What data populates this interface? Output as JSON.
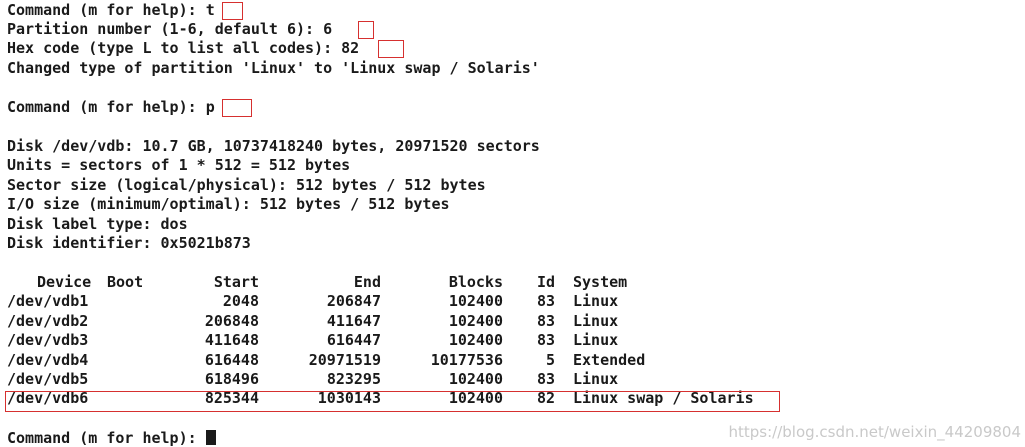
{
  "session": {
    "cmd1_prompt": "Command (m for help): ",
    "cmd1_input": "t",
    "partnum_prompt": "Partition number (1-6, default 6): ",
    "partnum_input": "6",
    "hex_prompt": "Hex code (type L to list all codes): ",
    "hex_input": "82",
    "changed_msg": "Changed type of partition 'Linux' to 'Linux swap / Solaris'",
    "cmd2_prompt": "Command (m for help): ",
    "cmd2_input": "p",
    "disk_line": "Disk /dev/vdb: 10.7 GB, 10737418240 bytes, 20971520 sectors",
    "units_line": "Units = sectors of 1 * 512 = 512 bytes",
    "sector_line": "Sector size (logical/physical): 512 bytes / 512 bytes",
    "io_line": "I/O size (minimum/optimal): 512 bytes / 512 bytes",
    "label_line": "Disk label type: dos",
    "ident_line": "Disk identifier: 0x5021b873",
    "cmd3_prompt": "Command (m for help): "
  },
  "table": {
    "headers": {
      "device": "Device",
      "boot": "Boot",
      "start": "Start",
      "end": "End",
      "blocks": "Blocks",
      "id": "Id",
      "system": "System"
    },
    "rows": [
      {
        "device": "/dev/vdb1",
        "start": "2048",
        "end": "206847",
        "blocks": "102400",
        "id": "83",
        "system": "Linux"
      },
      {
        "device": "/dev/vdb2",
        "start": "206848",
        "end": "411647",
        "blocks": "102400",
        "id": "83",
        "system": "Linux"
      },
      {
        "device": "/dev/vdb3",
        "start": "411648",
        "end": "616447",
        "blocks": "102400",
        "id": "83",
        "system": "Linux"
      },
      {
        "device": "/dev/vdb4",
        "start": "616448",
        "end": "20971519",
        "blocks": "10177536",
        "id": "5",
        "system": "Extended"
      },
      {
        "device": "/dev/vdb5",
        "start": "618496",
        "end": "823295",
        "blocks": "102400",
        "id": "83",
        "system": "Linux"
      },
      {
        "device": "/dev/vdb6",
        "start": "825344",
        "end": "1030143",
        "blocks": "102400",
        "id": "82",
        "system": "Linux swap / Solaris"
      }
    ]
  },
  "watermark": "https://blog.csdn.net/weixin_44209804",
  "colors": {
    "highlight": "#d6302f",
    "text": "#1a1a1a",
    "background": "#ffffff",
    "watermark": "#c9c9c9"
  }
}
